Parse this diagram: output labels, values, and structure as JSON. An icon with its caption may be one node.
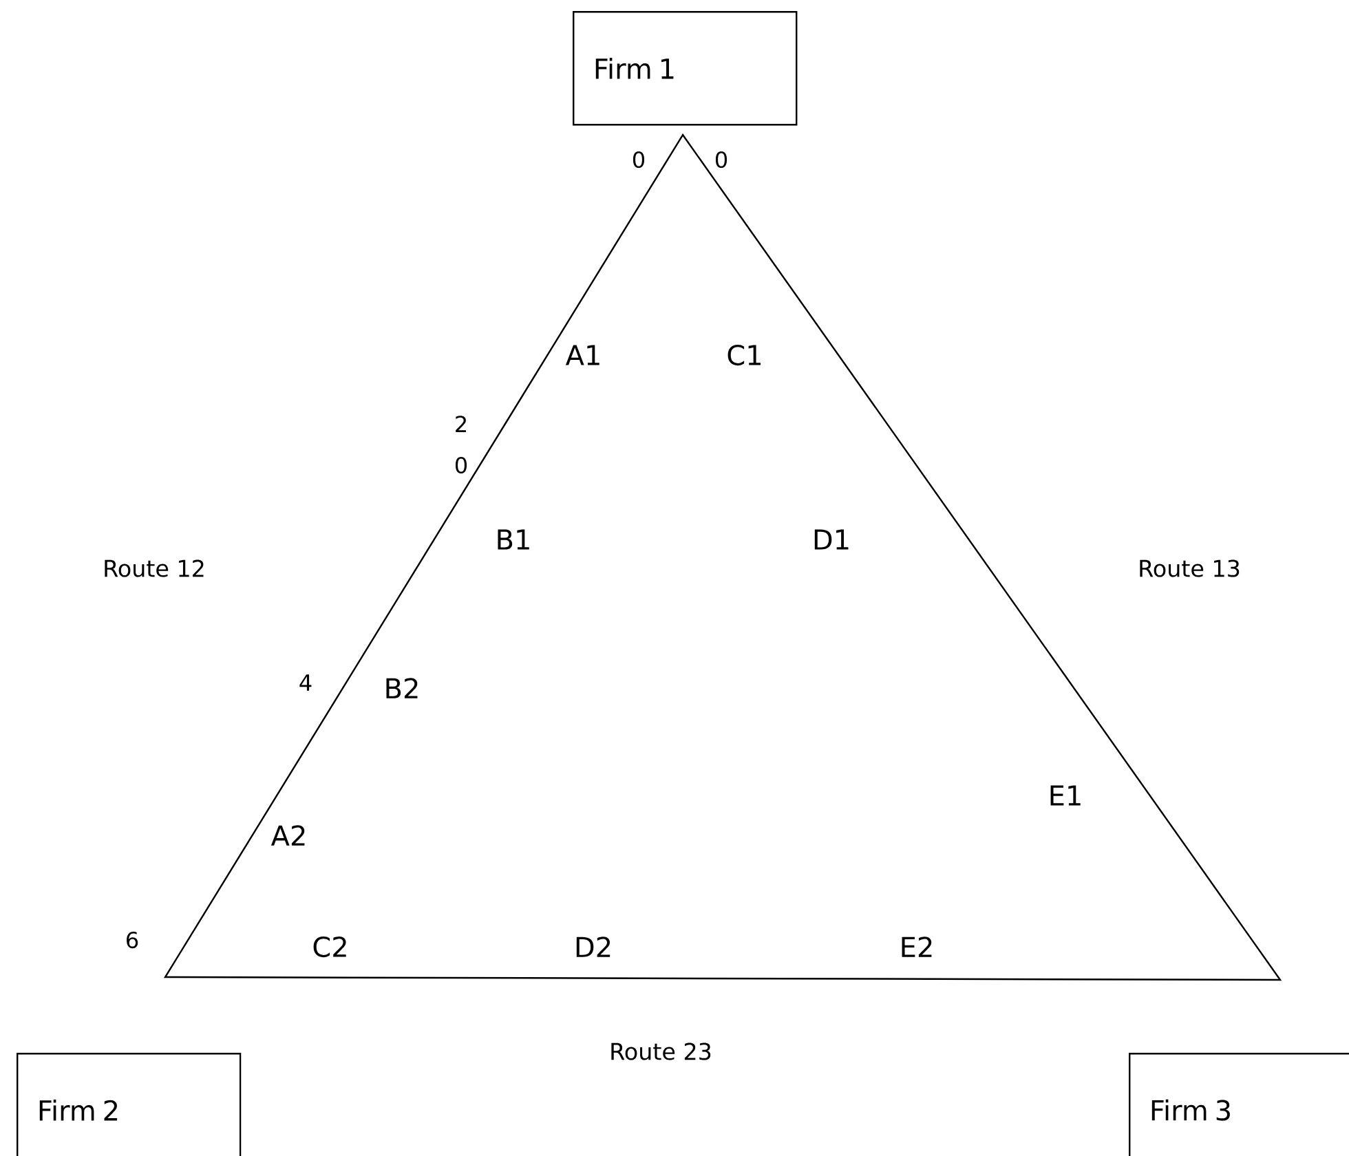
{
  "diagram": {
    "nodes": [
      {
        "text": [
          "Firm 1"
        ]
      },
      {
        "text": [
          "Firm 2"
        ]
      },
      {
        "text": [
          "Firm 3"
        ]
      }
    ],
    "labels": [
      "0",
      "0",
      "A1",
      "C1",
      "2",
      "0",
      "B1",
      "D1",
      "Route 12",
      "Route 13",
      "4",
      "B2",
      "E1",
      "A2",
      "6",
      "C2",
      "D2",
      "E2",
      "Route 23"
    ]
  }
}
